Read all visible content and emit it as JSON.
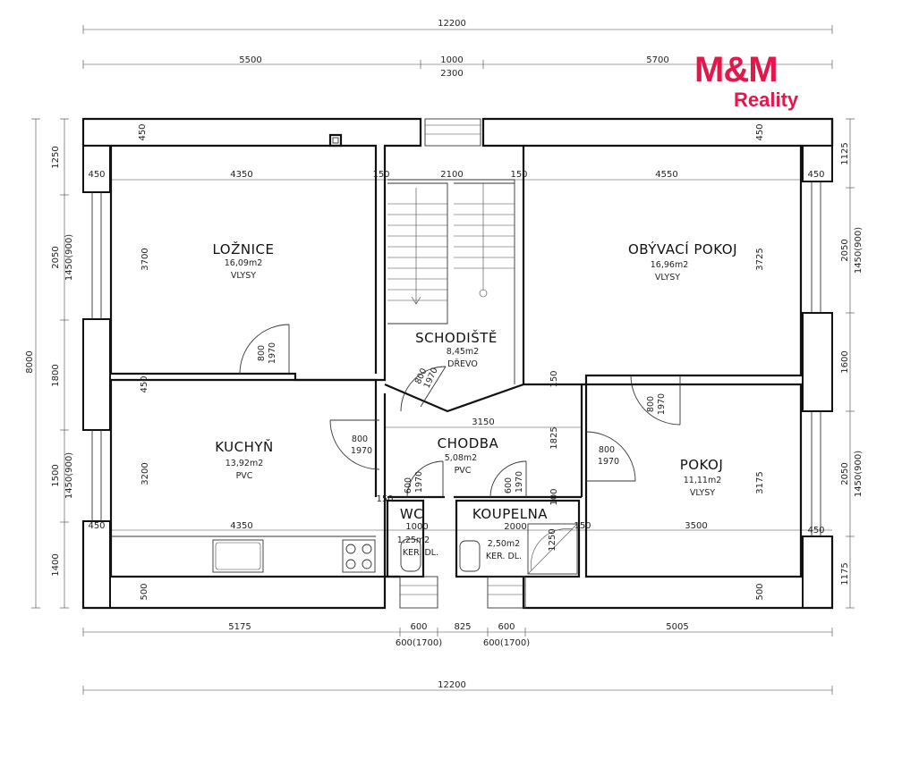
{
  "brand": {
    "mark": "M&M",
    "name": "Reality",
    "color": "#e4174b"
  },
  "dimensions": {
    "top_total": "12200",
    "top_left": "5500",
    "top_mid": "1000",
    "top_mid_sub": "2300",
    "top_right": "5700",
    "bottom_left": "5175",
    "bottom_a": "600",
    "bottom_b": "825",
    "bottom_c": "600",
    "bottom_a_sub": "600(1700)",
    "bottom_c_sub": "600(1700)",
    "bottom_right": "5005",
    "bottom_total": "12200",
    "left_total": "8000",
    "left_1": "1250",
    "left_2": "2050",
    "left_2_sub": "1450(900)",
    "left_3": "1800",
    "left_4": "1500",
    "left_4_sub": "1450(900)",
    "left_5": "1400",
    "right_1": "1125",
    "right_2": "2050",
    "right_2_sub": "1450(900)",
    "right_3": "1600",
    "right_4": "2050",
    "right_4_sub": "1450(900)",
    "right_5": "1175",
    "inner_450_a": "450",
    "inner_450_b": "450",
    "inner_450_c": "450",
    "inner_450_d": "450",
    "inner_450_e": "450",
    "inner_450_f": "450",
    "inner_450_g": "450",
    "inner_4350_a": "4350",
    "inner_4350_b": "4350",
    "inner_2100": "2100",
    "inner_4550": "4550",
    "inner_3700": "3700",
    "inner_3725": "3725",
    "inner_3200": "3200",
    "inner_3175": "3175",
    "inner_3150": "3150",
    "inner_3500": "3500",
    "inner_1825": "1825",
    "inner_1000": "1000",
    "inner_2000": "2000",
    "inner_1250": "1250",
    "inner_500_a": "500",
    "inner_500_b": "500",
    "inner_150_a": "150",
    "inner_150_b": "150",
    "inner_150_c": "150",
    "inner_150_d": "150",
    "inner_150_e": "150",
    "inner_100": "100",
    "door_800_a": "800",
    "door_1970_a": "1970",
    "door_800_b": "800",
    "door_1970_b": "1970",
    "door_800_c": "800",
    "door_1970_c": "1970",
    "door_800_d": "800",
    "door_1970_d": "1970",
    "door_800_e": "800",
    "door_1970_e": "1970",
    "door_600_a": "600",
    "door_1970_f": "1970",
    "door_600_b": "600",
    "door_1970_g": "1970"
  },
  "rooms": {
    "loznice": {
      "name": "LOŽNICE",
      "area": "16,09m2",
      "floor": "VLYSY"
    },
    "obyvaci": {
      "name": "OBÝVACÍ POKOJ",
      "area": "16,96m2",
      "floor": "VLYSY"
    },
    "schodiste": {
      "name": "SCHODIŠTĚ",
      "area": "8,45m2",
      "floor": "DŘEVO"
    },
    "kuchyn": {
      "name": "KUCHYŇ",
      "area": "13,92m2",
      "floor": "PVC"
    },
    "chodba": {
      "name": "CHODBA",
      "area": "5,08m2",
      "floor": "PVC"
    },
    "pokoj": {
      "name": "POKOJ",
      "area": "11,11m2",
      "floor": "VLYSY"
    },
    "wc": {
      "name": "WC",
      "area": "1,25m2",
      "floor": "KER. DL."
    },
    "koupelna": {
      "name": "KOUPELNA",
      "area": "2,50m2",
      "floor": "KER. DL."
    }
  }
}
